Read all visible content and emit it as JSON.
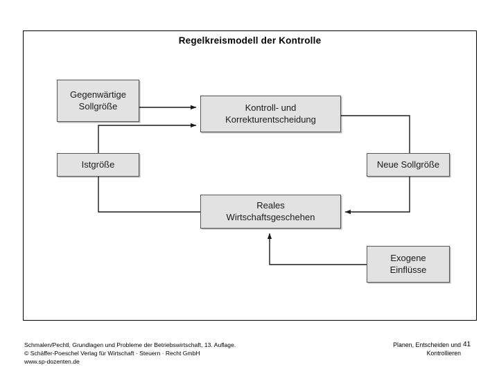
{
  "slide": {
    "title": "Regelkreismodell der Kontrolle",
    "page_number": "41"
  },
  "diagram": {
    "type": "control-loop-flow-diagram",
    "colors": {
      "node_fill": "#e2e2e2",
      "node_border": "#555555",
      "frame_border": "#000000",
      "wire": "#1a1a1a",
      "text": "#1a1a1a",
      "background": "#ffffff"
    },
    "nodes": [
      {
        "id": "gegenwaertige-sollgroesse",
        "label": "Gegenwärtige\nSollgröße"
      },
      {
        "id": "kontroll-und-korrekturentscheidung",
        "label": "Kontroll- und\nKorrekturentscheidung"
      },
      {
        "id": "istgroesse",
        "label": "Istgröße"
      },
      {
        "id": "neue-sollgroesse",
        "label": "Neue Sollgröße"
      },
      {
        "id": "reales-wirtschaftsgeschehen",
        "label": "Reales\nWirtschaftsgeschehen"
      },
      {
        "id": "exogene-einfluesse",
        "label": "Exogene\nEinflüsse"
      }
    ],
    "edges": [
      {
        "from": "gegenwaertige-sollgroesse",
        "to": "kontroll-und-korrekturentscheidung",
        "arrow": "end"
      },
      {
        "from": "istgroesse",
        "to": "kontroll-und-korrekturentscheidung",
        "arrow": "end"
      },
      {
        "from": "kontroll-und-korrekturentscheidung",
        "to": "reales-wirtschaftsgeschehen",
        "via": "neue-sollgroesse",
        "arrow": "end"
      },
      {
        "from": "reales-wirtschaftsgeschehen",
        "to": "istgroesse",
        "arrow": "none"
      },
      {
        "from": "exogene-einfluesse",
        "to": "reales-wirtschaftsgeschehen",
        "arrow": "end"
      }
    ]
  },
  "footer": {
    "source": "Schmalen/Pechtl, Grundlagen und Probleme der Betriebswirtschaft, 13. Auflage.\n© Schäffer-Poeschel Verlag für Wirtschaft · Steuern · Recht GmbH\nwww.sp-dozenten.de",
    "chapter": "Planen, Entscheiden und\nKontrollieren"
  }
}
